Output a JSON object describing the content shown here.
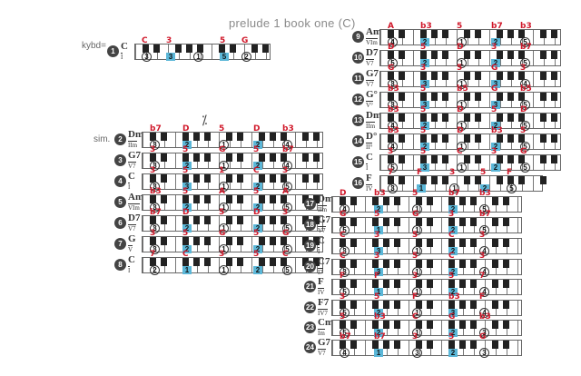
{
  "title": "prelude 1 book one (C)",
  "kybd_label": "kybd=",
  "sim_label": "sim.",
  "repeat_sign": "⁒",
  "measures": [
    {
      "num": "1",
      "chord": "C",
      "roman": "I",
      "notes": [
        "3",
        "3",
        "1",
        "5",
        "2"
      ],
      "fingers": [
        "C",
        "3",
        "",
        "5",
        "G"
      ]
    },
    {
      "num": "2",
      "chord": "Dm",
      "roman": "IIm",
      "notes": [
        "3",
        "2",
        "1",
        "2",
        "4"
      ],
      "fingers": [
        "b7",
        "D",
        "5",
        "D",
        "b3"
      ]
    },
    {
      "num": "3",
      "chord": "G7",
      "roman": "V7",
      "notes": [
        "3",
        "2",
        "1",
        "2",
        "4"
      ],
      "fingers": [
        "3",
        "5",
        "G",
        "5",
        "b7"
      ]
    },
    {
      "num": "4",
      "chord": "C",
      "roman": "I",
      "notes": [
        "3",
        "3",
        "1",
        "2",
        "5"
      ],
      "fingers": [
        "3",
        "5",
        "1",
        "C",
        "3"
      ]
    },
    {
      "num": "5",
      "chord": "Am",
      "roman": "VIm",
      "notes": [
        "3",
        "2",
        "1",
        "2",
        "5"
      ],
      "fingers": [
        "b3",
        "5",
        "A",
        "5",
        "A"
      ]
    },
    {
      "num": "6",
      "chord": "D7",
      "roman": "V7",
      "notes": [
        "3",
        "2",
        "1",
        "2",
        "5"
      ],
      "fingers": [
        "b7",
        "D",
        "5",
        "D",
        "3"
      ]
    },
    {
      "num": "7",
      "chord": "G",
      "roman": "V",
      "notes": [
        "3",
        "2",
        "1",
        "2",
        "5"
      ],
      "fingers": [
        "3",
        "5",
        "G",
        "5",
        "G"
      ]
    },
    {
      "num": "8",
      "chord": "C",
      "roman": "I",
      "notes": [
        "2",
        "1",
        "1",
        "2",
        "5"
      ],
      "fingers": [
        "7",
        "C",
        "3",
        "5",
        "C"
      ]
    },
    {
      "num": "9",
      "chord": "Am",
      "roman": "VIm",
      "notes": [
        "4",
        "2",
        "1",
        "2",
        "5"
      ],
      "fingers": [
        "A",
        "b3",
        "5",
        "b7",
        "b3"
      ]
    },
    {
      "num": "10",
      "chord": "D7",
      "roman": "V7",
      "notes": [
        "5",
        "2",
        "1",
        "2",
        "5"
      ],
      "fingers": [
        "D",
        "5",
        "D",
        "3",
        "b7"
      ]
    },
    {
      "num": "11",
      "chord": "G7",
      "roman": "V7",
      "notes": [
        "3",
        "3",
        "1",
        "3",
        "4"
      ],
      "fingers": [
        "G",
        "3",
        "5",
        "G",
        "3"
      ]
    },
    {
      "num": "12",
      "chord": "G°",
      "roman": "V°",
      "notes": [
        "3",
        "3",
        "1",
        "3",
        "5"
      ],
      "fingers": [
        "b3",
        "5",
        "b5",
        "G",
        "b5"
      ]
    },
    {
      "num": "13",
      "chord": "Dm",
      "roman": "IIm",
      "notes": [
        "4",
        "2",
        "1",
        "2",
        "5"
      ],
      "fingers": [
        "b3",
        "5",
        "D",
        "5",
        "D"
      ]
    },
    {
      "num": "14",
      "chord": "D°",
      "roman": "II°",
      "notes": [
        "4",
        "2",
        "1",
        "2",
        "5"
      ],
      "fingers": [
        "b3",
        "5",
        "D",
        "b3",
        "5"
      ]
    },
    {
      "num": "15",
      "chord": "C",
      "roman": "I",
      "notes": [
        "5",
        "3",
        "1",
        "2",
        "5"
      ],
      "fingers": [
        "3",
        "5",
        "C",
        "3",
        "G"
      ]
    },
    {
      "num": "16",
      "chord": "F",
      "roman": "IV",
      "notes": [
        "3",
        "1",
        "1",
        "2",
        "5"
      ],
      "fingers": [
        "7",
        "F",
        "3",
        "5",
        "F"
      ]
    },
    {
      "num": "17",
      "chord": "Dm",
      "roman": "IIm",
      "notes": [
        "4",
        "2",
        "1",
        "2",
        "5"
      ],
      "fingers": [
        "D",
        "b3",
        "5",
        "b7",
        "b3"
      ]
    },
    {
      "num": "18",
      "chord": "G7",
      "roman": "V7",
      "notes": [
        "5",
        "1",
        "1",
        "2",
        "5"
      ],
      "fingers": [
        "G",
        "5",
        "G",
        "3",
        "b7"
      ]
    },
    {
      "num": "19",
      "chord": "C",
      "roman": "I",
      "notes": [
        "3",
        "3",
        "1",
        "2",
        "4"
      ],
      "fingers": [
        "C",
        "3",
        "5",
        "C",
        "3"
      ]
    },
    {
      "num": "20",
      "chord": "C7",
      "roman": "I7",
      "notes": [
        "3",
        "3",
        "1",
        "2",
        "4"
      ],
      "fingers": [
        "C",
        "3",
        "5",
        "C",
        "3"
      ]
    },
    {
      "num": "21",
      "chord": "F",
      "roman": "IV",
      "notes": [
        "5",
        "1",
        "1",
        "2",
        "4"
      ],
      "fingers": [
        "F",
        "F",
        "3",
        "5",
        "7"
      ]
    },
    {
      "num": "22",
      "chord": "F7",
      "roman": "IV7",
      "notes": [
        "5",
        "2",
        "1",
        "3",
        "4"
      ],
      "fingers": [
        "3",
        "5",
        "F",
        "b3",
        "F"
      ]
    },
    {
      "num": "23",
      "chord": "Cm",
      "roman": "Im",
      "notes": [
        "5",
        "2",
        "1",
        "2",
        "3"
      ],
      "fingers": [
        "5",
        "b3",
        "C",
        "G",
        "b3"
      ]
    },
    {
      "num": "24",
      "chord": "G7",
      "roman": "V7",
      "notes": [
        "4",
        "1",
        "3",
        "2",
        "3"
      ],
      "fingers": [
        "b7",
        "b7",
        "3",
        "5",
        "G"
      ]
    }
  ]
}
